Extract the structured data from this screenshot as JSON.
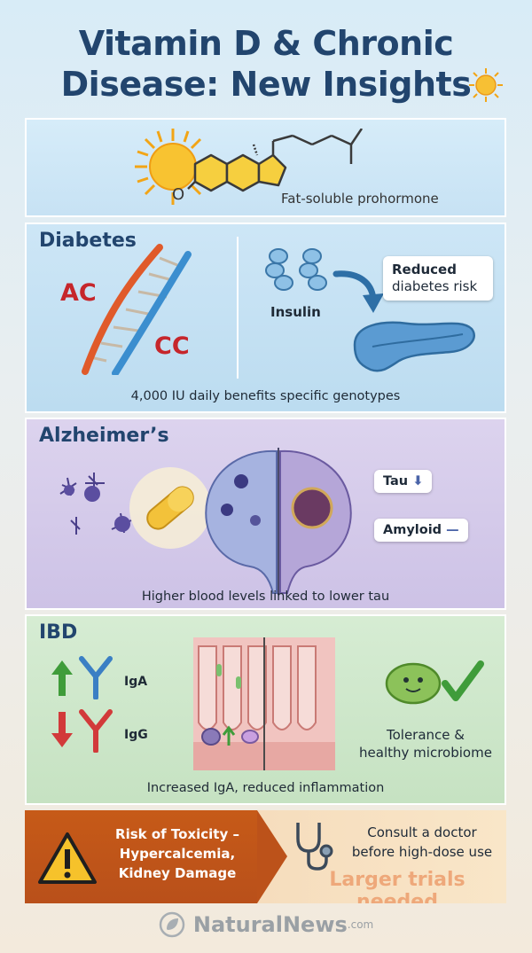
{
  "title": {
    "line1": "Vitamin D & Chronic",
    "line2": "Disease: New Insights"
  },
  "hero": {
    "caption": "Fat-soluble prohormone",
    "molecule_label": "O"
  },
  "diabetes": {
    "heading": "Diabetes",
    "genotype_ac": "AC",
    "genotype_cc": "CC",
    "insulin_label": "Insulin",
    "outcome_line1": "Reduced",
    "outcome_line2": "diabetes risk",
    "caption": "4,000 IU daily benefits specific genotypes"
  },
  "alzheimers": {
    "heading": "Alzheimer’s",
    "tau_label": "Tau",
    "amyloid_label": "Amyloid",
    "caption": "Higher blood levels linked to lower tau"
  },
  "ibd": {
    "heading": "IBD",
    "iga_label": "IgA",
    "igg_label": "IgG",
    "tolerance_line1": "Tolerance &",
    "tolerance_line2": "healthy microbiome",
    "caption": "Increased IgA, reduced inflammation"
  },
  "warning": {
    "line1": "Risk of Toxicity –",
    "line2": "Hypercalcemia,",
    "line3": "Kidney Damage",
    "consult_line1": "Consult a doctor",
    "consult_line2": "before high-dose use",
    "trials": "Larger trials needed"
  },
  "brand": {
    "name": "NaturalNews",
    "domain": ".com"
  },
  "colors": {
    "title": "#22456e",
    "warning": "#c65a18",
    "genotype": "#c6262b",
    "up_arrow": "#3f9c3a",
    "down_arrow": "#d23a3a"
  }
}
